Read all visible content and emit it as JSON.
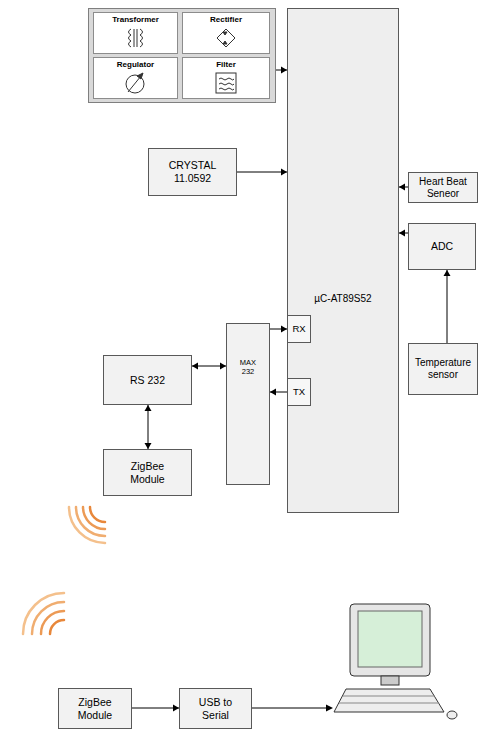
{
  "diagram": {
    "nodes": [
      {
        "text": []
      },
      {
        "text": [
          "Transformer"
        ],
        "in": 0
      },
      {
        "text": [
          "Rectifier"
        ],
        "in": 0
      },
      {
        "text": [
          "Regulator"
        ],
        "in": 0
      },
      {
        "text": [
          "Filter"
        ],
        "in": 0
      },
      {
        "text": [
          "µC-AT89S52"
        ]
      },
      {
        "text": [
          "RX"
        ],
        "in": 5
      },
      {
        "text": [
          "TX"
        ],
        "in": 5
      },
      {
        "text": [
          "CRYSTAL 11.0592"
        ]
      },
      {
        "text": [
          "Heart Beat Seneor"
        ]
      },
      {
        "text": [
          "ADC"
        ]
      },
      {
        "text": [
          "Temperature sensor"
        ]
      },
      {
        "text": [
          "MAX 232"
        ]
      },
      {
        "text": [
          "RS 232"
        ]
      },
      {
        "text": [
          "ZigBee Module"
        ]
      },
      {
        "text": [
          "ZigBee Module"
        ]
      },
      {
        "text": [
          "USB to Serial"
        ]
      }
    ],
    "edges": [
      {
        "from": 0,
        "to": 5,
        "arrow": "to"
      },
      {
        "from": 8,
        "to": 5,
        "arrow": "to"
      },
      {
        "from": 9,
        "to": 5,
        "arrow": "to"
      },
      {
        "from": 10,
        "to": 5,
        "arrow": "to"
      },
      {
        "from": 11,
        "to": 10,
        "arrow": "to"
      },
      {
        "from": 12,
        "to": 6,
        "arrow": "to"
      },
      {
        "from": 7,
        "to": 12,
        "arrow": "to"
      },
      {
        "from": 13,
        "to": 12,
        "arrow": "both"
      },
      {
        "from": 13,
        "to": 14,
        "arrow": "both"
      },
      {
        "from": 15,
        "to": 16,
        "arrow": "to"
      }
    ]
  }
}
